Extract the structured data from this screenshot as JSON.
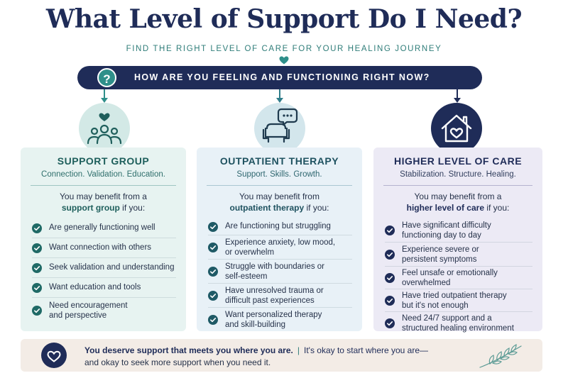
{
  "header": {
    "title": "What Level of Support Do I Need?",
    "subtitle": "FIND THE RIGHT LEVEL OF CARE FOR YOUR HEALING JOURNEY"
  },
  "banner": {
    "icon": "question-icon",
    "question_mark": "?",
    "text": "HOW ARE YOU FEELING AND FUNCTIONING RIGHT NOW?"
  },
  "colors": {
    "navy": "#1f2c58",
    "teal": "#2f8f8a",
    "support_group_bg": "#e7f3f1",
    "outpatient_bg": "#e8f1f7",
    "higher_care_bg": "#eceaf5",
    "footer_bg": "#f3ece6"
  },
  "cards": [
    {
      "icon": "group-heart-icon",
      "title": "SUPPORT GROUP",
      "tagline": "Connection. Validation. Education.",
      "intro_pre": "You may benefit from a",
      "intro_bold": "support group",
      "intro_post": " if you:",
      "items": [
        "Are generally functioning well",
        "Want connection with others",
        "Seek validation and understanding",
        "Want education and tools",
        "Need encouragement and perspective"
      ]
    },
    {
      "icon": "therapy-chair-icon",
      "title": "OUTPATIENT THERAPY",
      "tagline": "Support. Skills. Growth.",
      "intro_pre": "You may benefit from",
      "intro_bold": "outpatient therapy",
      "intro_post": " if you:",
      "items": [
        "Are functioning but struggling",
        "Experience anxiety, low mood, or overwhelm",
        "Struggle with boundaries or self-esteem",
        "Have unresolved trauma or difficult past experiences",
        "Want personalized therapy and skill-building"
      ]
    },
    {
      "icon": "house-heart-icon",
      "title": "HIGHER LEVEL OF CARE",
      "tagline": "Stabilization. Structure. Healing.",
      "intro_pre": "You may benefit from a",
      "intro_bold": "higher level of care",
      "intro_post": " if you:",
      "items": [
        "Have significant difficulty functioning day to day",
        "Experience severe or persistent symptoms",
        "Feel unsafe or emotionally overwhelmed",
        "Have tried outpatient therapy but it's not enough",
        "Need 24/7 support and a structured healing environment"
      ]
    }
  ],
  "footer": {
    "icon": "heart-icon",
    "bold": "You deserve support that meets you where you are.",
    "separator": "|",
    "line1_rest": "It's okay to start where you are—",
    "line2": "and okay to seek more support when you need it."
  }
}
